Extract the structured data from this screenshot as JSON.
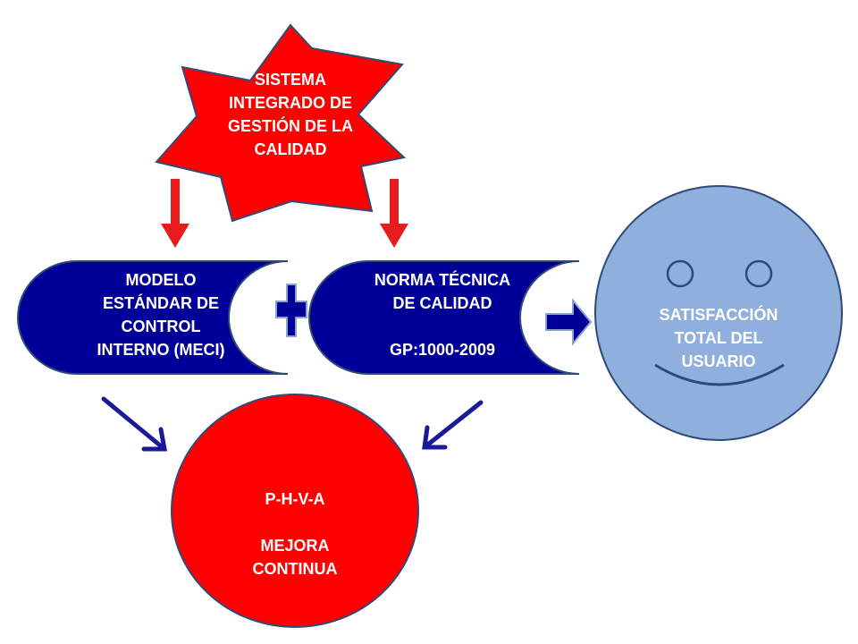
{
  "colors": {
    "star_fill": "#ff0000",
    "node_border": "#2f4a78",
    "pill_fill": "#000099",
    "arrow_red": "#e81c1c",
    "arrow_blue": "#1a1a99",
    "cycle_fill": "#ff0000",
    "face_fill": "#8fb0dd"
  },
  "nodes": {
    "star": {
      "lines": [
        "SISTEMA",
        "INTEGRADO DE",
        "GESTIÓN DE LA",
        "CALIDAD"
      ]
    },
    "meci": {
      "lines": [
        "MODELO",
        "ESTÁNDAR DE",
        "CONTROL",
        "INTERNO (MECI)"
      ]
    },
    "ntc": {
      "lines": [
        "NORMA TÉCNICA",
        "DE CALIDAD",
        "",
        "GP:1000-2009"
      ]
    },
    "satisfaction": {
      "lines": [
        "SATISFACCIÓN",
        "TOTAL DEL",
        "USUARIO"
      ]
    },
    "cycle": {
      "lines": [
        "P-H-V-A",
        "",
        "MEJORA",
        "CONTINUA"
      ]
    }
  },
  "icons": {
    "plus": "plus-icon",
    "forward_arrow": "arrow-right-icon",
    "smiley": "smiley-face-icon"
  }
}
